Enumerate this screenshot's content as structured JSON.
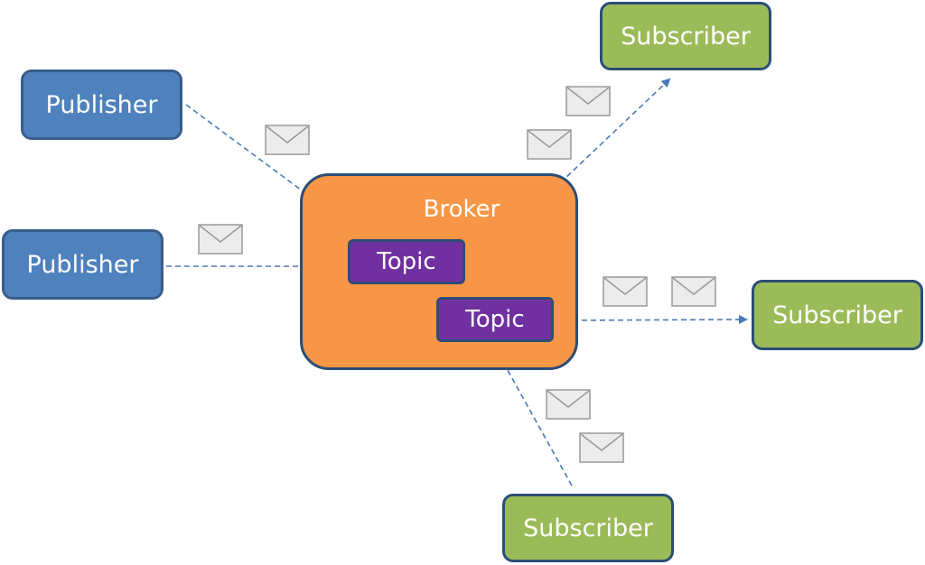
{
  "broker": {
    "label": "Broker",
    "topics": [
      "Topic",
      "Topic"
    ]
  },
  "publishers": [
    "Publisher",
    "Publisher"
  ],
  "subscribers": [
    "Subscriber",
    "Subscriber",
    "Subscriber"
  ],
  "colors": {
    "publisher_fill": "#4f81bd",
    "subscriber_fill": "#9bbb59",
    "broker_fill": "#f79646",
    "topic_fill": "#7030a0",
    "border": "#2c4d75",
    "arrow": "#4a7ab5",
    "envelope_fill": "#ececec"
  },
  "icons": {
    "message": "envelope-icon"
  }
}
